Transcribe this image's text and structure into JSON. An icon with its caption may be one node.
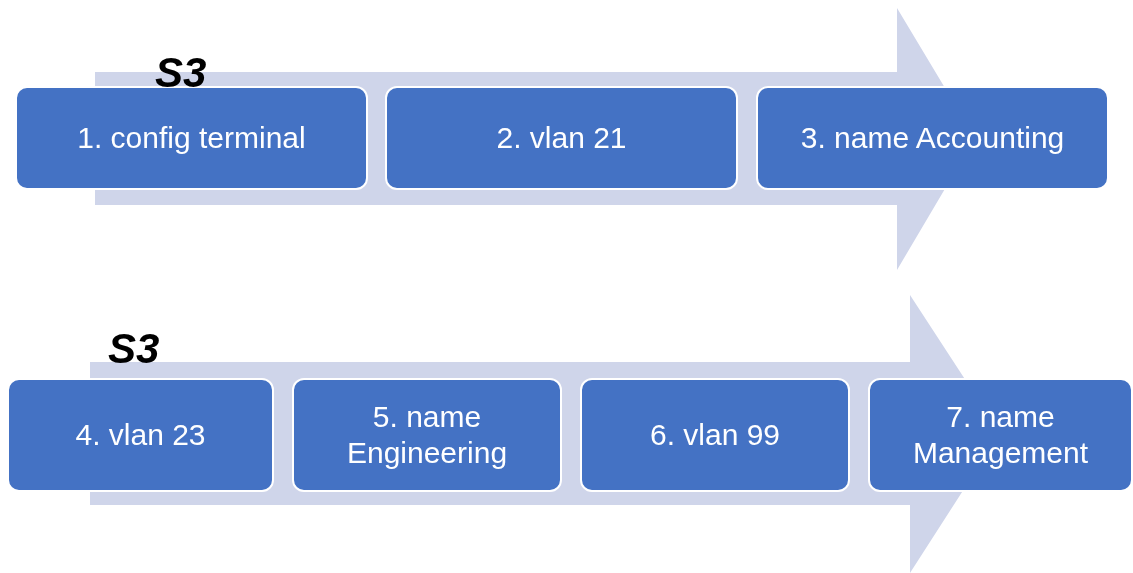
{
  "diagram": {
    "nodes": [
      {
        "text": [
          "1. config terminal"
        ]
      },
      {
        "text": [
          "2. vlan 21"
        ]
      },
      {
        "text": [
          "3. name Accounting"
        ]
      },
      {
        "text": [
          "4. vlan 23"
        ]
      },
      {
        "text": [
          "5. name Engineering"
        ]
      },
      {
        "text": [
          "6. vlan 99"
        ]
      },
      {
        "text": [
          "7. name Management"
        ]
      }
    ],
    "labels": [
      "S3",
      "S3"
    ]
  }
}
